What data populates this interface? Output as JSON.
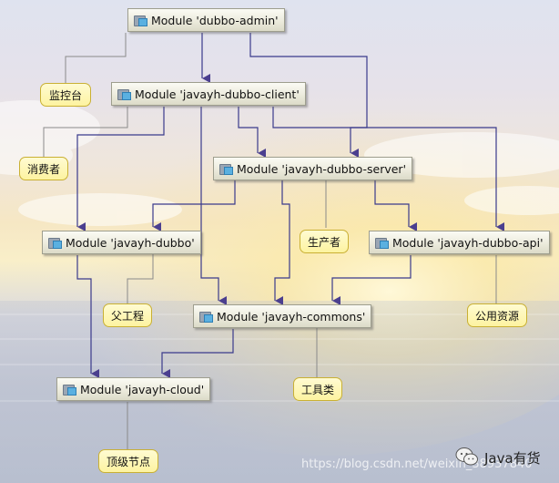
{
  "modules": {
    "dubbo_admin": "Module 'dubbo-admin'",
    "client": "Module 'javayh-dubbo-client'",
    "server": "Module 'javayh-dubbo-server'",
    "dubbo": "Module 'javayh-dubbo'",
    "api": "Module 'javayh-dubbo-api'",
    "commons": "Module 'javayh-commons'",
    "cloud": "Module 'javayh-cloud'"
  },
  "notes": {
    "monitor": "监控台",
    "consumer": "消费者",
    "producer": "生产者",
    "parent": "父工程",
    "public": "公用资源",
    "tools": "工具类",
    "top": "顶级节点"
  },
  "watermark": {
    "url": "https://blog.csdn.net/weixin_38937840",
    "brand": "Java有货"
  },
  "colors": {
    "arrow": "#3a3a8c",
    "note_line": "#8a8a8a"
  }
}
